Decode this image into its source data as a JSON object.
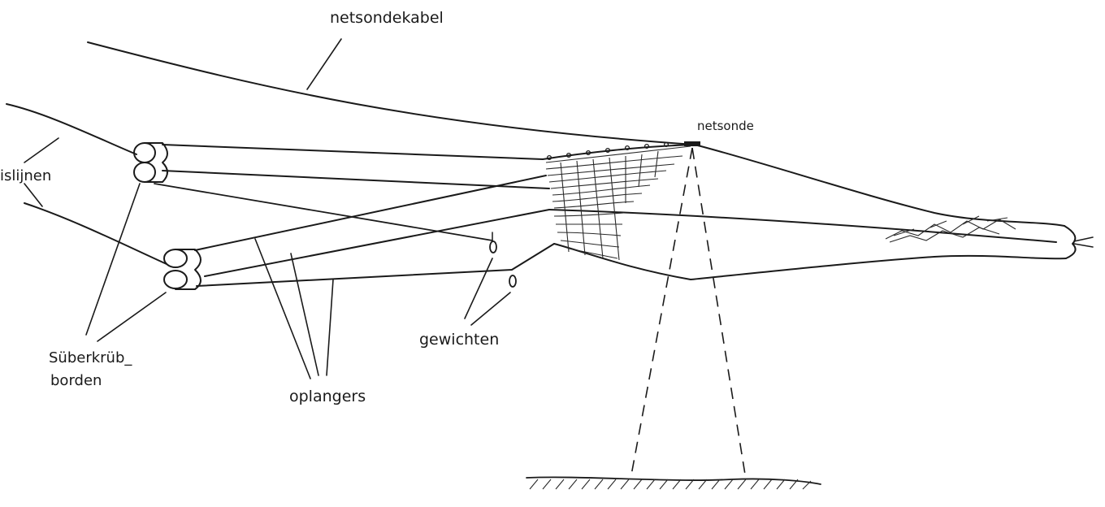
{
  "diagram": {
    "labels": {
      "netsondekabel": "netsondekabel",
      "netsonde": "netsonde",
      "islijnen": "islijnen",
      "suberkrub": "Süberkrüb_",
      "borden": "borden",
      "gewichten": "gewichten",
      "oplangers": "oplangers"
    }
  }
}
